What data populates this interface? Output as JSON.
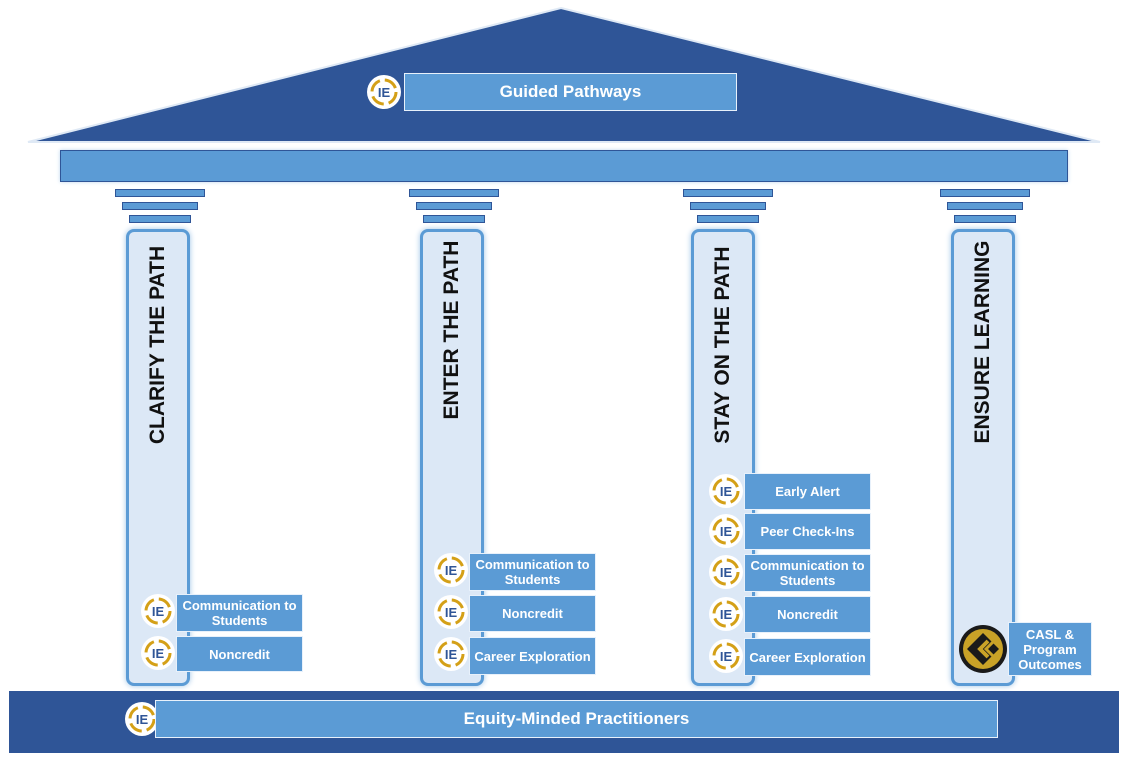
{
  "roof": {
    "title": "Guided Pathways"
  },
  "pillars": [
    {
      "title": "CLARIFY THE PATH",
      "items": [
        "Communication to Students",
        "Noncredit"
      ]
    },
    {
      "title": "ENTER THE PATH",
      "items": [
        "Communication to Students",
        "Noncredit",
        "Career Exploration"
      ]
    },
    {
      "title": "STAY ON THE PATH",
      "items": [
        "Early Alert",
        "Peer Check-Ins",
        "Communication to Students",
        "Noncredit",
        "Career Exploration"
      ]
    },
    {
      "title": "ENSURE LEARNING",
      "items": [
        "CASL & Program Outcomes"
      ]
    }
  ],
  "foundation": {
    "title": "Equity-Minded Practitioners"
  },
  "colors": {
    "roof": "#2f5597",
    "box": "#5b9bd5",
    "column": "#dce8f6",
    "icon_ring": "#d4a017",
    "casl_icon": "#c9a227"
  },
  "icons": {
    "ie": "ie-logo-icon",
    "casl": "casl-logo-icon"
  }
}
